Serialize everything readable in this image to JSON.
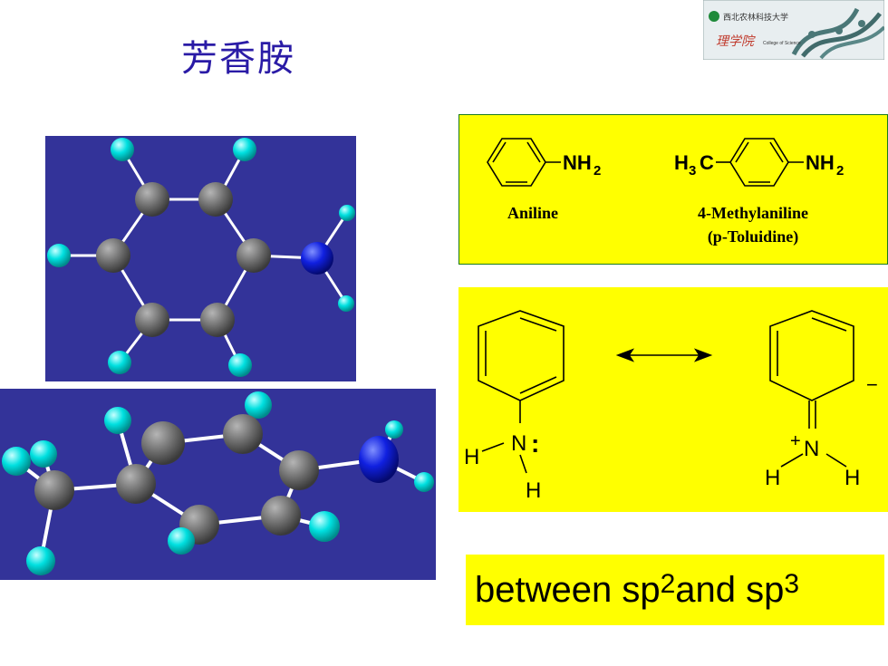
{
  "title": "芳香胺",
  "logo": {
    "line1": "西北农林科技大学",
    "line2": "理学院",
    "line3": "College of Science"
  },
  "structures": {
    "aniline": {
      "group": "NH",
      "sub": "2",
      "name": "Aniline"
    },
    "toluidine": {
      "h": "H",
      "h_sub": "3",
      "c": "C",
      "group": "NH",
      "sub": "2",
      "name1": "4-Methylaniline",
      "name2": "(p-Toluidine)"
    }
  },
  "resonance": {
    "left": {
      "n": "N",
      "lone_pair": ":",
      "h1": "H",
      "h2": "H"
    },
    "right": {
      "plus": "+",
      "n": "N",
      "h1": "H",
      "h2": "H",
      "minus": "−"
    }
  },
  "banner": {
    "text1": "between sp",
    "sup1": "2",
    "text2": "and sp",
    "sup2": "3"
  },
  "colors": {
    "title": "#2a1ba6",
    "model_bg": "#333399",
    "carbon": "#6e6e6e",
    "hydrogen": "#00e5e5",
    "nitrogen": "#1020e0",
    "highlight": "#ffff00"
  }
}
